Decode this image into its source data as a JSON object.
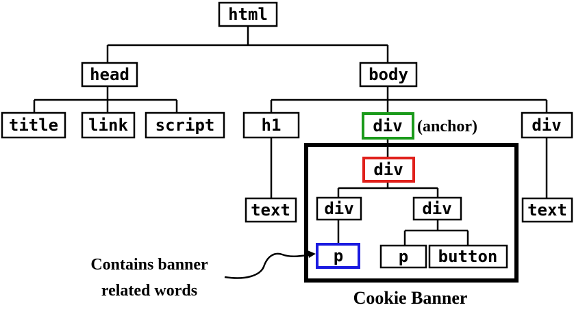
{
  "nodes": {
    "html": "html",
    "head": "head",
    "body": "body",
    "title": "title",
    "link": "link",
    "script": "script",
    "h1": "h1",
    "div_anchor": "div",
    "div_right": "div",
    "text_h1": "text",
    "text_right": "text",
    "div_red": "div",
    "div_left": "div",
    "div_mid": "div",
    "p_blue": "p",
    "p": "p",
    "button": "button"
  },
  "labels": {
    "anchor": "(anchor)",
    "annotation_line1": "Contains banner",
    "annotation_line2": "related words",
    "region_caption": "Cookie Banner"
  },
  "colors": {
    "anchor_border": "#1a9a1a",
    "banner_root_border": "#e0201b",
    "keyword_node_border": "#1a1ae0",
    "outline": "#000000"
  }
}
